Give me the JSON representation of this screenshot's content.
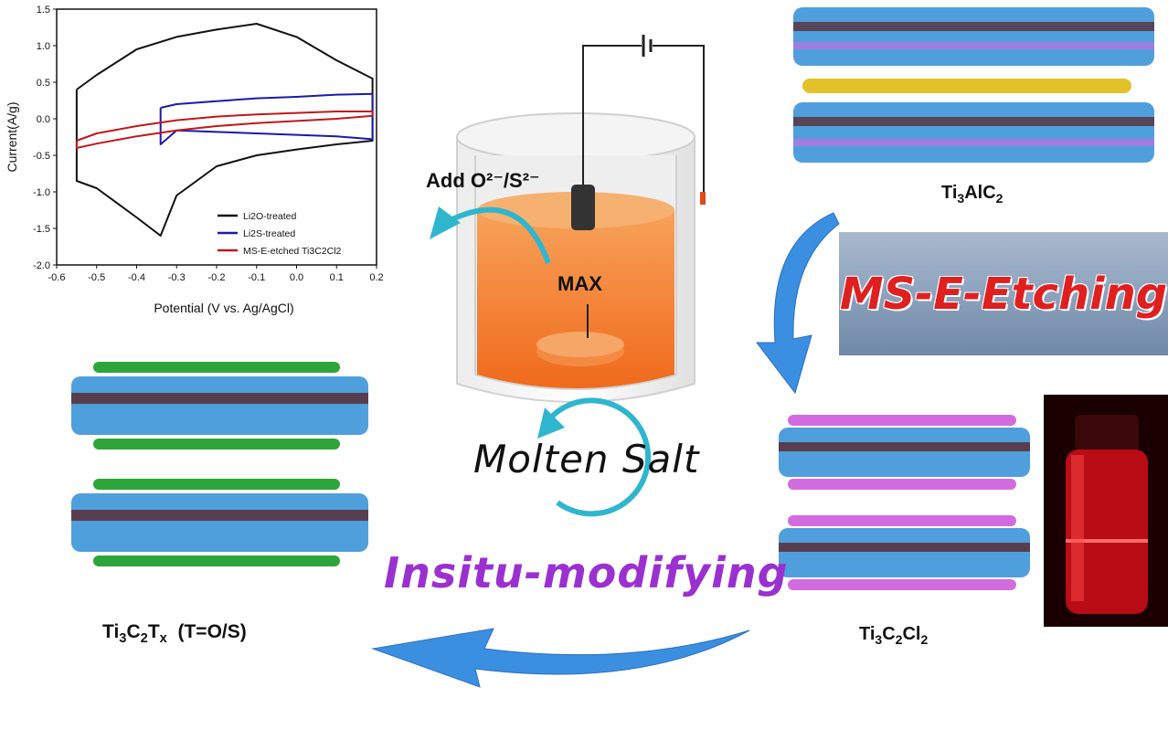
{
  "chart_data": {
    "type": "line",
    "xlabel": "Potential (V vs. Ag/AgCl)",
    "ylabel": "Current(A/g)",
    "xlim": [
      -0.6,
      0.2
    ],
    "ylim": [
      -2.0,
      1.5
    ],
    "xticks": [
      "-0.6",
      "-0.5",
      "-0.4",
      "-0.3",
      "-0.2",
      "-0.1",
      "0.0",
      "0.1",
      "0.2"
    ],
    "yticks": [
      "1.5",
      "1.0",
      "0.5",
      "0.0",
      "-0.5",
      "-1.0",
      "-1.5",
      "-2.0"
    ],
    "legend_position": "bottom-right",
    "series": [
      {
        "name": "Li2O-treated",
        "color": "#111111",
        "x": [
          -0.55,
          -0.5,
          -0.4,
          -0.3,
          -0.2,
          -0.1,
          0.0,
          0.1,
          0.19,
          0.19,
          0.1,
          0.0,
          -0.1,
          -0.2,
          -0.3,
          -0.34,
          -0.4,
          -0.5,
          -0.55,
          -0.55
        ],
        "y": [
          0.4,
          0.6,
          0.95,
          1.12,
          1.22,
          1.3,
          1.12,
          0.8,
          0.55,
          -0.3,
          -0.35,
          -0.42,
          -0.5,
          -0.65,
          -1.05,
          -1.6,
          -1.35,
          -0.95,
          -0.85,
          0.4
        ]
      },
      {
        "name": "Li2S-treated",
        "color": "#1a1aa8",
        "x": [
          -0.34,
          -0.3,
          -0.2,
          -0.1,
          0.0,
          0.1,
          0.19,
          0.19,
          0.1,
          0.0,
          -0.1,
          -0.2,
          -0.3,
          -0.34,
          -0.34
        ],
        "y": [
          0.15,
          0.2,
          0.24,
          0.28,
          0.3,
          0.33,
          0.34,
          -0.28,
          -0.24,
          -0.22,
          -0.2,
          -0.18,
          -0.16,
          -0.35,
          0.15
        ]
      },
      {
        "name": "MS-E-etched Ti3C2Cl2",
        "color": "#c0181a",
        "x": [
          -0.55,
          -0.5,
          -0.4,
          -0.3,
          -0.2,
          -0.1,
          0.0,
          0.1,
          0.19,
          0.19,
          0.1,
          0.0,
          -0.1,
          -0.2,
          -0.3,
          -0.4,
          -0.5,
          -0.55,
          -0.55
        ],
        "y": [
          -0.3,
          -0.2,
          -0.1,
          -0.02,
          0.03,
          0.06,
          0.08,
          0.1,
          0.1,
          0.04,
          0.0,
          -0.03,
          -0.06,
          -0.1,
          -0.16,
          -0.24,
          -0.34,
          -0.4,
          -0.3
        ]
      }
    ]
  },
  "labels": {
    "add_ions": "Add O²⁻/S²⁻",
    "max": "MAX",
    "molten_salt": "Molten Salt",
    "insitu": "Insitu-modifying",
    "etching": "MS-E-Etching",
    "ti3alc2": {
      "a": "Ti",
      "b": "3",
      "c": "AlC",
      "d": "2"
    },
    "ti3c2cl2": {
      "a": "Ti",
      "b": "3",
      "c": "C",
      "d": "2",
      "e": "Cl",
      "f": "2"
    },
    "ti3c2tx": {
      "a": "Ti",
      "b": "3",
      "c": "C",
      "d": "2",
      "e": "T",
      "f": "x",
      "g": "  (T=O/S)"
    }
  },
  "colors": {
    "titanium_atom": "#4f9fdc",
    "carbon_atom": "#5a1e1e",
    "aluminum_atom": "#e3c12a",
    "chlorine_atom": "#d36be0",
    "terminal_atom": "#2ea53a",
    "molten_salt": "#f27a2a",
    "arrow_blue": "#3b8fe0",
    "cycle_cyan": "#2fb6cf"
  }
}
